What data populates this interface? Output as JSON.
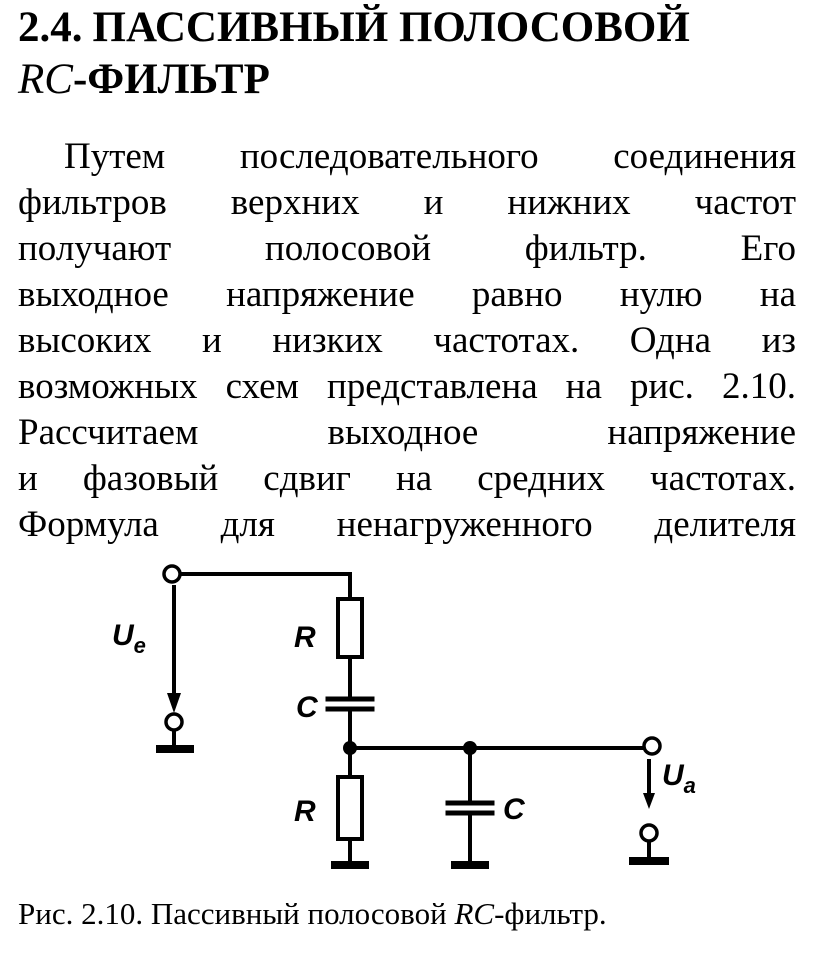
{
  "heading": {
    "number": "2.4.",
    "line1": "ПАССИВНЫЙ ПОЛОСОВОЙ",
    "rc": "RC",
    "line2_rest": "-ФИЛЬТР"
  },
  "paragraph_lines": [
    "Путем последовательного соединения",
    "фильтров верхних и нижних частот",
    "получают полосовой фильтр. Его",
    "выходное напряжение равно нулю на",
    "высоких и низких частотах. Одна из",
    "возможных схем представлена на рис. 2.10.",
    "Рассчитаем выходное напряжение",
    "и фазовый сдвиг на средних частотах.",
    "Формула для ненагруженного делителя"
  ],
  "figure": {
    "labels": {
      "input_main": "U",
      "input_sub": "e",
      "output_main": "U",
      "output_sub": "a",
      "resistor_top": "R",
      "capacitor_series": "C",
      "resistor_bottom": "R",
      "capacitor_shunt": "C"
    }
  },
  "caption": {
    "prefix": "Рис. 2.10. Пассивный полосовой",
    "rc": "RC",
    "suffix": "-фильтр."
  }
}
